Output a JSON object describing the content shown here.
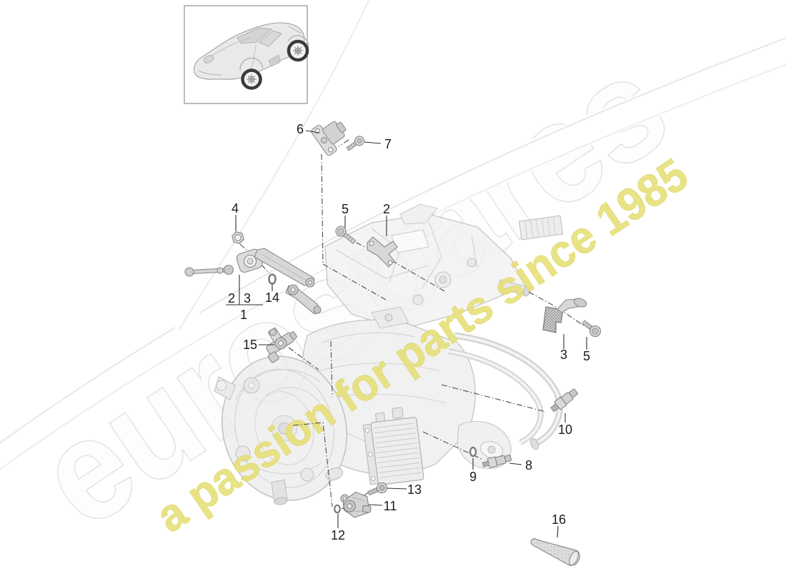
{
  "watermark": {
    "brand": "eurospares",
    "tagline": "a passion for parts since 1985",
    "brand_outline_color": "#e2e2e2",
    "tagline_color": "#e7e07b"
  },
  "callouts": {
    "c6": {
      "label": "6"
    },
    "c7": {
      "label": "7"
    },
    "c4": {
      "label": "4"
    },
    "c5a": {
      "label": "5"
    },
    "c2a": {
      "label": "2"
    },
    "c2b": {
      "label": "2"
    },
    "c3b": {
      "label": "3"
    },
    "c14": {
      "label": "14"
    },
    "c1": {
      "label": "1"
    },
    "c15": {
      "label": "15"
    },
    "c3a": {
      "label": "3"
    },
    "c5b": {
      "label": "5"
    },
    "c10": {
      "label": "10"
    },
    "c9": {
      "label": "9"
    },
    "c8": {
      "label": "8"
    },
    "c13": {
      "label": "13"
    },
    "c11": {
      "label": "11"
    },
    "c12": {
      "label": "12"
    },
    "c16": {
      "label": "16"
    }
  }
}
